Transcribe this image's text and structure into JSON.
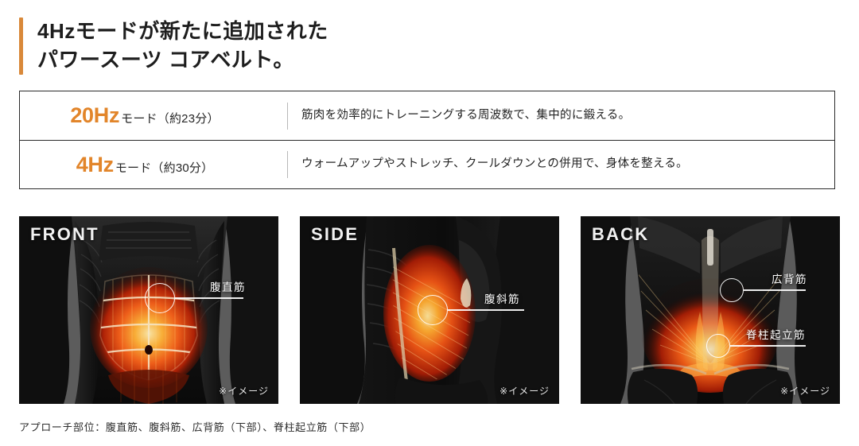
{
  "headline": {
    "line1": "4Hzモードが新たに追加された",
    "line2": "パワースーツ コアベルト。",
    "accent_color": "#d9893a"
  },
  "mode_table": {
    "accent_color": "#e2852a",
    "rows": [
      {
        "hz": "20Hz",
        "sub": "モード（約23分）",
        "description": "筋肉を効率的にトレーニングする周波数で、集中的に鍛える。"
      },
      {
        "hz": "4Hz",
        "sub": "モード（約30分）",
        "description": "ウォームアップやストレッチ、クールダウンとの併用で、身体を整える。"
      }
    ]
  },
  "panels": [
    {
      "title": "FRONT",
      "note": "※イメージ",
      "labels": [
        {
          "text": "腹直筋"
        }
      ]
    },
    {
      "title": "SIDE",
      "note": "※イメージ",
      "labels": [
        {
          "text": "腹斜筋"
        }
      ]
    },
    {
      "title": "BACK",
      "note": "※イメージ",
      "labels": [
        {
          "text": "広背筋"
        },
        {
          "text": "脊柱起立筋"
        }
      ]
    }
  ],
  "footer": {
    "note": "アプローチ部位：腹直筋、腹斜筋、広背筋（下部）、脊柱起立筋（下部）"
  }
}
